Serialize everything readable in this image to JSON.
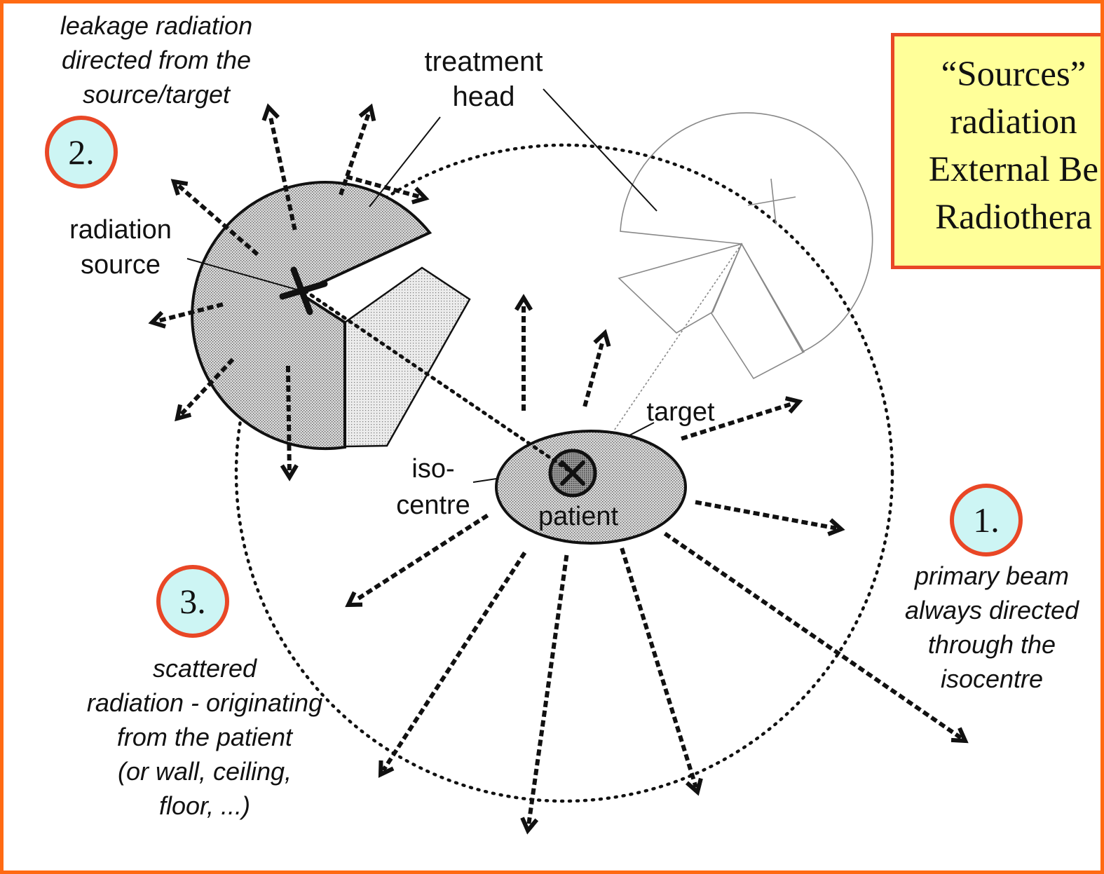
{
  "colors": {
    "frame_border": "#ff6a13",
    "badge_border": "#e94726",
    "badge_fill": "#cdf5f4",
    "title_box_fill": "#ffff99",
    "title_box_border": "#e94726",
    "shaded_fill": "#c8c8c8"
  },
  "title_box": {
    "line1": "“Sources”",
    "line2": "radiation",
    "line3": "External Be",
    "line4": "Radiothera"
  },
  "labels": {
    "leakage_line1": "leakage radiation",
    "leakage_line2": "directed from the",
    "leakage_line3": "source/target",
    "treatment_head_line1": "treatment",
    "treatment_head_line2": "head",
    "radiation_source_line1": "radiation",
    "radiation_source_line2": "source",
    "target": "target",
    "isocentre_line1": "iso-",
    "isocentre_line2": "centre",
    "patient": "patient",
    "primary_line1": "primary beam",
    "primary_line2": "always directed",
    "primary_line3": "through the",
    "primary_line4": "isocentre",
    "scattered_line1": "scattered",
    "scattered_line2": "radiation - originating",
    "scattered_line3": "from the patient",
    "scattered_line4": "(or wall, ceiling,",
    "scattered_line5": "floor, ...)"
  },
  "badges": {
    "primary": "1.",
    "leakage": "2.",
    "scattered": "3."
  },
  "icons": {
    "radiation_source": "cross-x-icon",
    "isocentre": "circled-x-icon",
    "rays": "dotted-arrow-icon"
  }
}
